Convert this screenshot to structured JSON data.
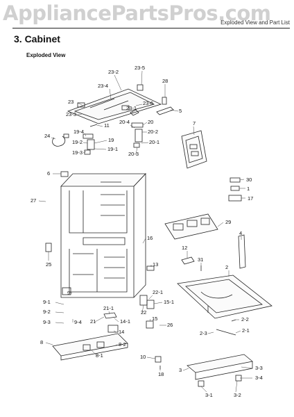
{
  "watermark": "AppliancePartsPros.com",
  "header_right": "Exploded View and Part List",
  "section_title": "3.  Cabinet",
  "subtitle": "Exploded View",
  "callouts": [
    "23-2",
    "23-5",
    "28",
    "23-4",
    "23-6",
    "23",
    "23-1",
    "5",
    "23-3",
    "20-4",
    "20",
    "11",
    "20-2",
    "24",
    "19-4",
    "19",
    "20-1",
    "19-2",
    "19-1",
    "7",
    "19-3",
    "20-3",
    "6",
    "30",
    "1",
    "17",
    "27",
    "29",
    "4",
    "16",
    "12",
    "25",
    "13",
    "31",
    "2",
    "9",
    "22-1",
    "9-1",
    "15-1",
    "22",
    "9-2",
    "21-1",
    "2-2",
    "21",
    "15",
    "26",
    "9-3",
    "9-4",
    "14-1",
    "2-3",
    "2-1",
    "14",
    "8",
    "8-2",
    "8-1",
    "10",
    "18",
    "3",
    "3-3",
    "3-4",
    "3-1",
    "3-2"
  ]
}
